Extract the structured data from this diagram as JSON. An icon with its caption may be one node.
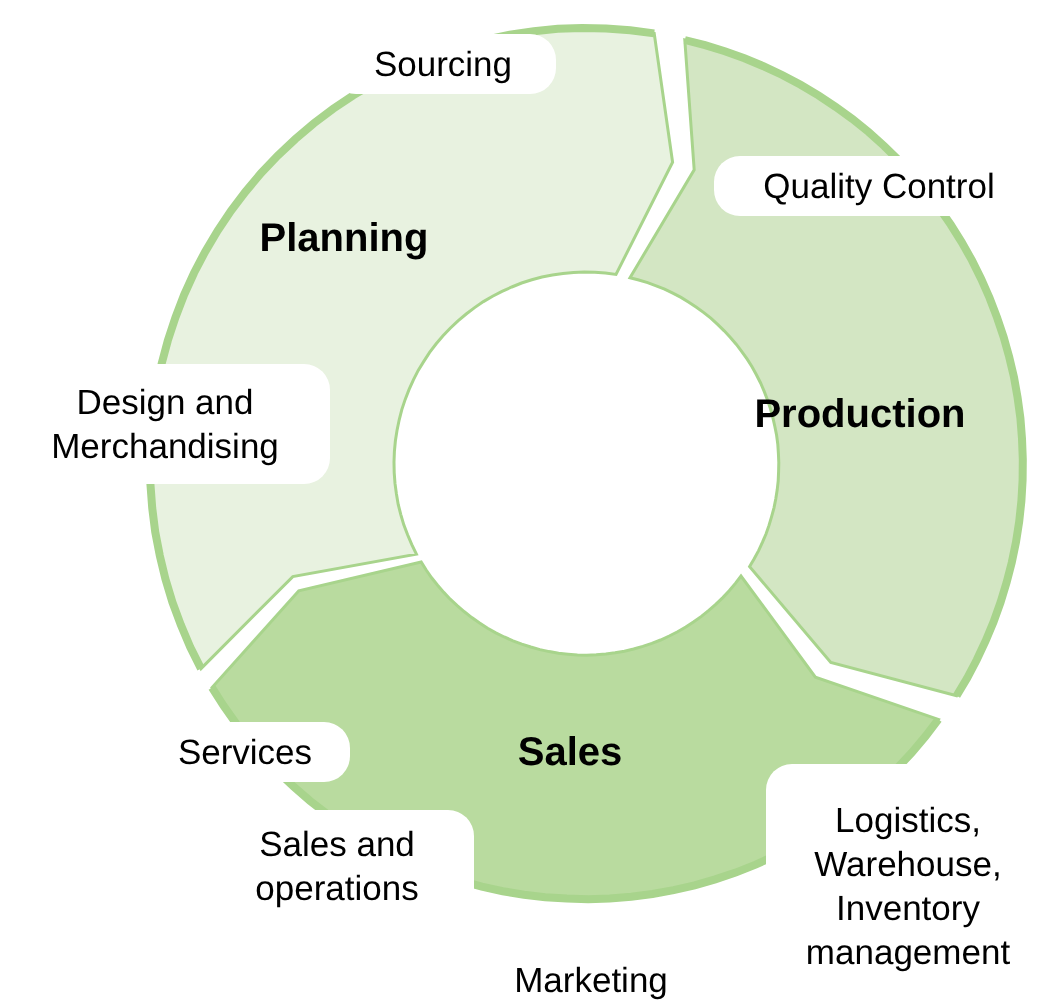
{
  "diagram": {
    "nodes": [
      {
        "text": [
          "Planning"
        ]
      },
      {
        "text": [
          "Production"
        ]
      },
      {
        "text": [
          "Sales"
        ]
      }
    ],
    "labels": [
      "Sourcing",
      "Quality Control",
      "Design and Merchandising",
      "Services",
      "Sales and operations",
      "Logistics, Warehouse, Inventory management",
      "Marketing"
    ]
  }
}
